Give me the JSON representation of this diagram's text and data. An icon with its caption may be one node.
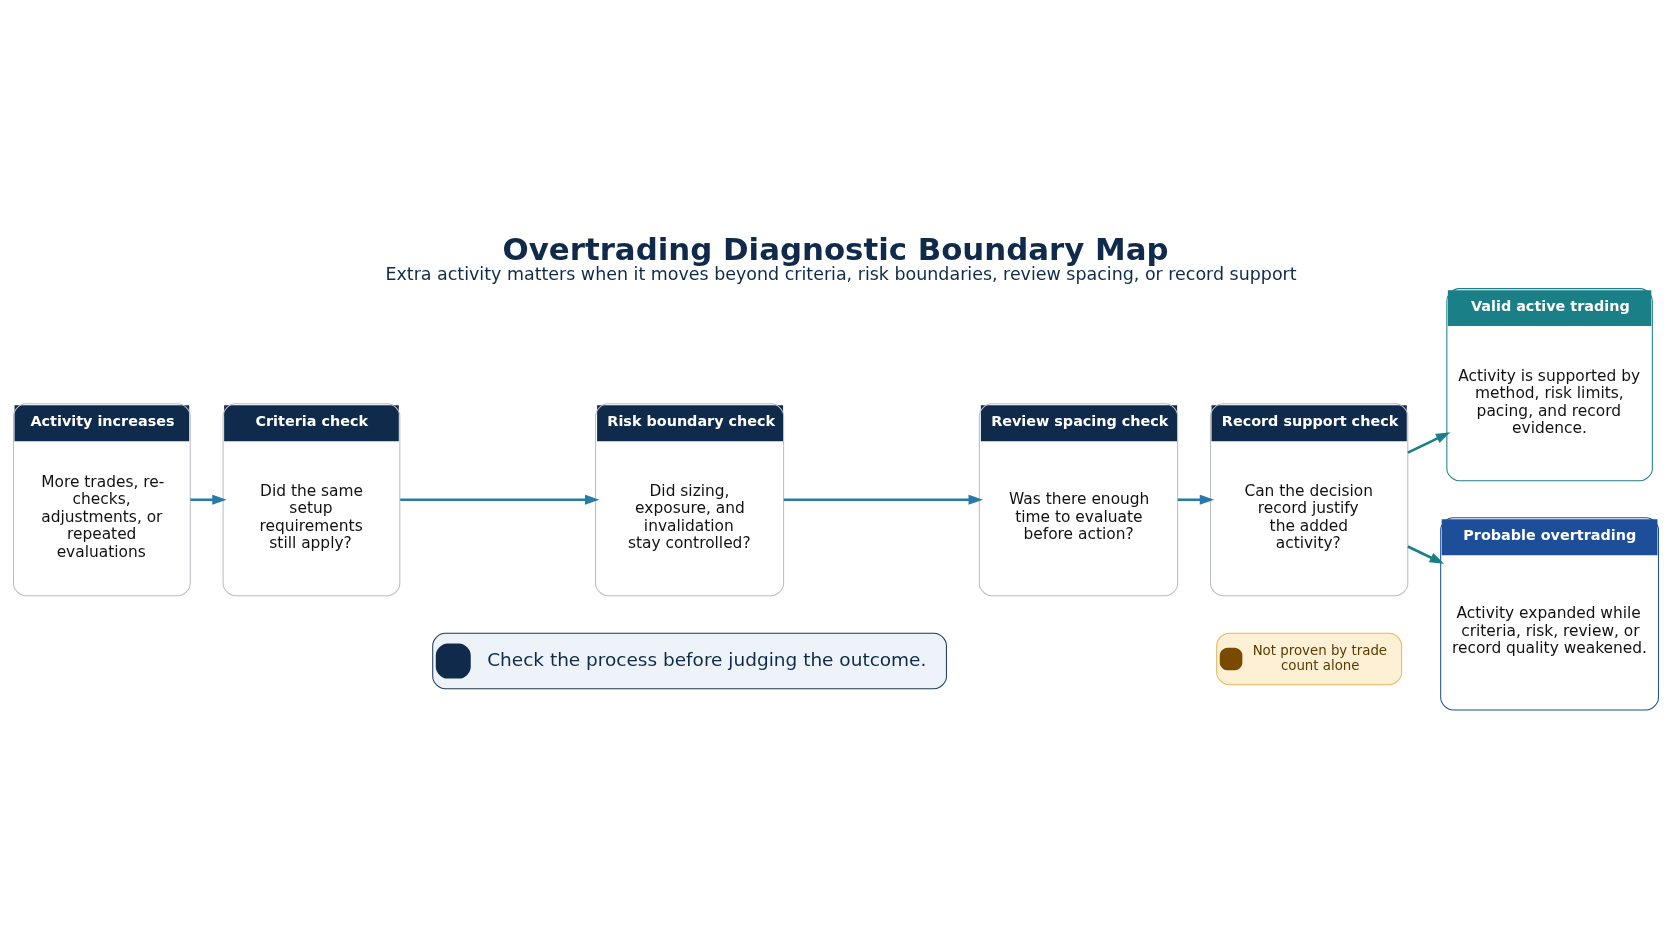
{
  "diagram": {
    "title": "Overtrading Diagnostic Boundary Map",
    "caption": "Extra activity matters when it moves beyond criteria, risk boundaries, review spacing, or record support",
    "nodes": [
      {
        "text": [
          "Activity increases",
          "More trades, re-checks, adjustments, or repeated evaluations"
        ]
      },
      {
        "text": [
          "Criteria check",
          "Did the same setup requirements still apply?"
        ]
      },
      {
        "text": [
          "Risk boundary check",
          "Did sizing, exposure, and invalidation stay controlled?"
        ]
      },
      {
        "text": [
          "Review spacing check",
          "Was there enough time to evaluate before action?"
        ]
      },
      {
        "text": [
          "Record support check",
          "Can the decision record justify the added activity?"
        ]
      },
      {
        "text": [
          "Valid active trading",
          "Activity is supported by method, risk limits, pacing, and record evidence."
        ]
      },
      {
        "text": [
          "Probable overtrading",
          "Activity expanded while criteria, risk, review, or record quality weakened."
        ]
      },
      {
        "text": [
          "Not proven by trade count alone"
        ]
      },
      {
        "text": [
          "Check the process before judging the outcome."
        ]
      }
    ],
    "edges": [
      {
        "from": 0,
        "to": 1,
        "arrow": "to"
      },
      {
        "from": 1,
        "to": 2,
        "arrow": "to"
      },
      {
        "from": 2,
        "to": 3,
        "arrow": "to"
      },
      {
        "from": 3,
        "to": 4,
        "arrow": "to"
      },
      {
        "from": 4,
        "to": 5,
        "arrow": "to",
        "color": "#1a7f86"
      },
      {
        "from": 4,
        "to": 6,
        "arrow": "to",
        "color": "#1a7f86"
      }
    ]
  }
}
